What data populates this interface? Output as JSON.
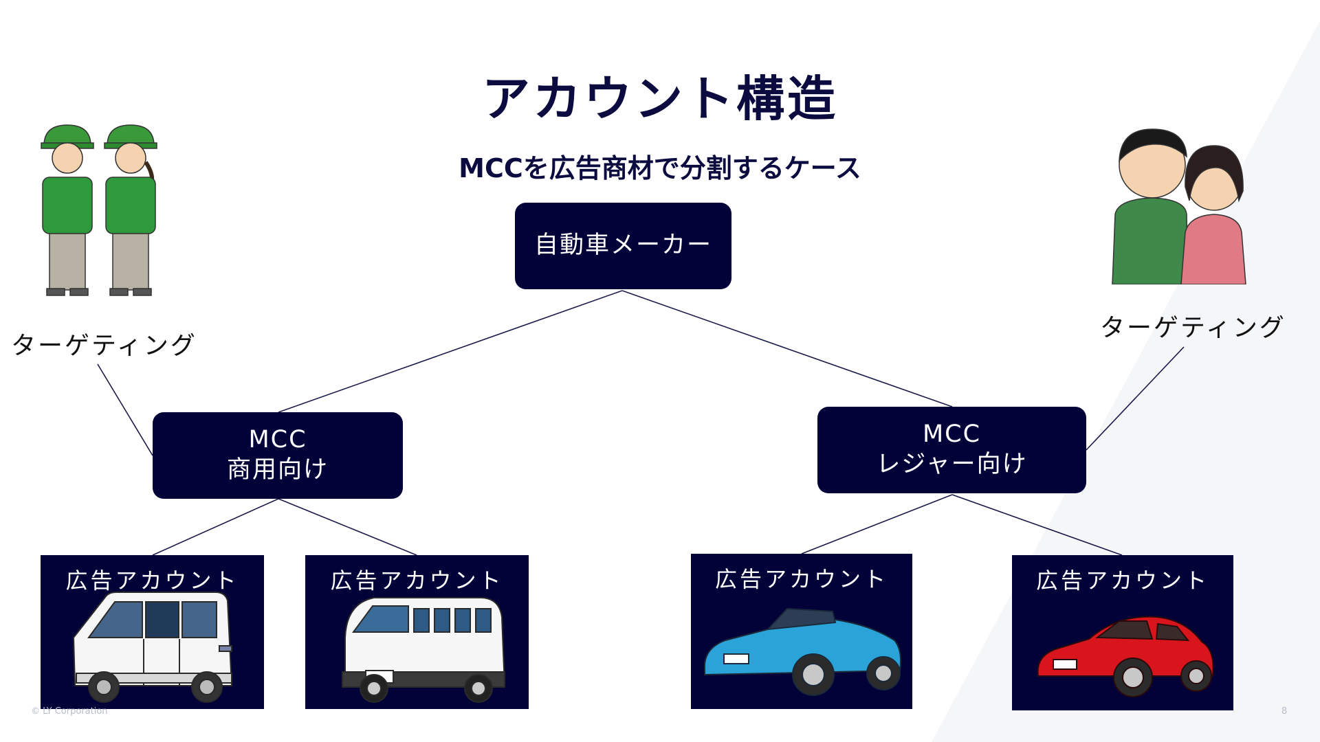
{
  "slide": {
    "title": "アカウント構造",
    "subtitle": "MCCを広告商材で分割するケース",
    "copyright": "© LY Corporation",
    "page_number": "8"
  },
  "tree": {
    "root": "自動車メーカー",
    "mcc_left": {
      "line1": "MCC",
      "line2": "商用向け"
    },
    "mcc_right": {
      "line1": "MCC",
      "line2": "レジャー向け"
    },
    "ad_accounts": [
      {
        "label": "広告アカウント",
        "vehicle": "white-van-icon"
      },
      {
        "label": "広告アカウント",
        "vehicle": "minibus-icon"
      },
      {
        "label": "広告アカウント",
        "vehicle": "blue-convertible-icon"
      },
      {
        "label": "広告アカウント",
        "vehicle": "red-sports-car-icon"
      }
    ]
  },
  "targeting": {
    "left_label": "ターゲティング",
    "right_label": "ターゲティング",
    "left_illustration": "workers-icon",
    "right_illustration": "couple-icon"
  },
  "colors": {
    "node_bg": "#020238",
    "title": "#0b0b40",
    "connector": "#1a1a4a"
  }
}
